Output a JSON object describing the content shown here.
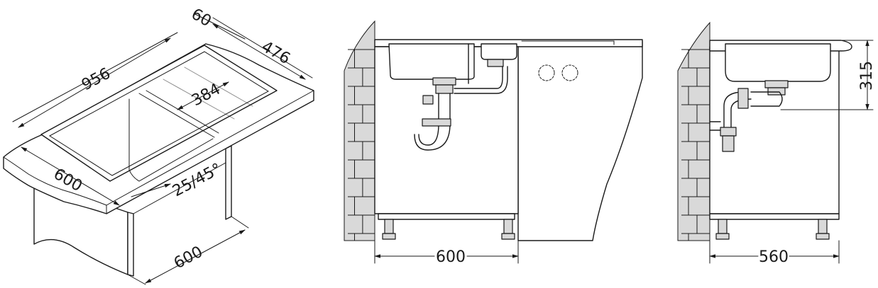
{
  "iso_view": {
    "dim_width": "956",
    "dim_depth": "476",
    "dim_top_margin": "60",
    "dim_bowl": "384",
    "dim_front": "600",
    "dim_edge": "25/45°",
    "dim_cabinet": "600"
  },
  "front_view": {
    "dim_cabinet_width": "600"
  },
  "side_view": {
    "dim_depth": "315",
    "dim_cabinet_depth": "560"
  },
  "colors": {
    "line": "#1a1a1a",
    "shade": "#d9d9d9",
    "background": "#ffffff"
  }
}
